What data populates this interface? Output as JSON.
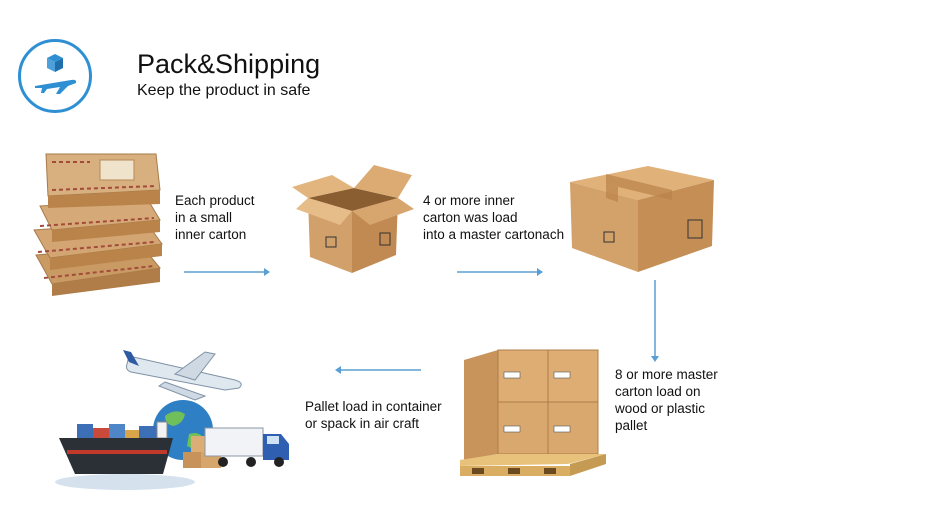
{
  "header": {
    "title": "Pack&Shipping",
    "subtitle": "Keep the product in safe",
    "logo_icon": "box-airplane-icon"
  },
  "steps": [
    {
      "lines": [
        "Each product",
        "in a small",
        "inner carton"
      ],
      "image": "stacked-small-cartons"
    },
    {
      "lines": [
        "4 or more inner",
        "carton was load",
        "into a master cartonach"
      ],
      "image": "open-carton-box"
    },
    {
      "lines": [
        "8 or more master",
        "carton load on",
        "wood  or plastic",
        "pallet"
      ],
      "image": "pallet-of-cartons"
    },
    {
      "lines": [
        "Pallet load in container",
        "or spack in air craft"
      ],
      "image": "ship-plane-truck-globe"
    }
  ],
  "extra_images": [
    "sealed-master-carton"
  ],
  "colors": {
    "accent": "#2f8fd3",
    "arrow": "#5a9fd4",
    "carton": "#d9a86a",
    "carton_dark": "#b9834a"
  }
}
